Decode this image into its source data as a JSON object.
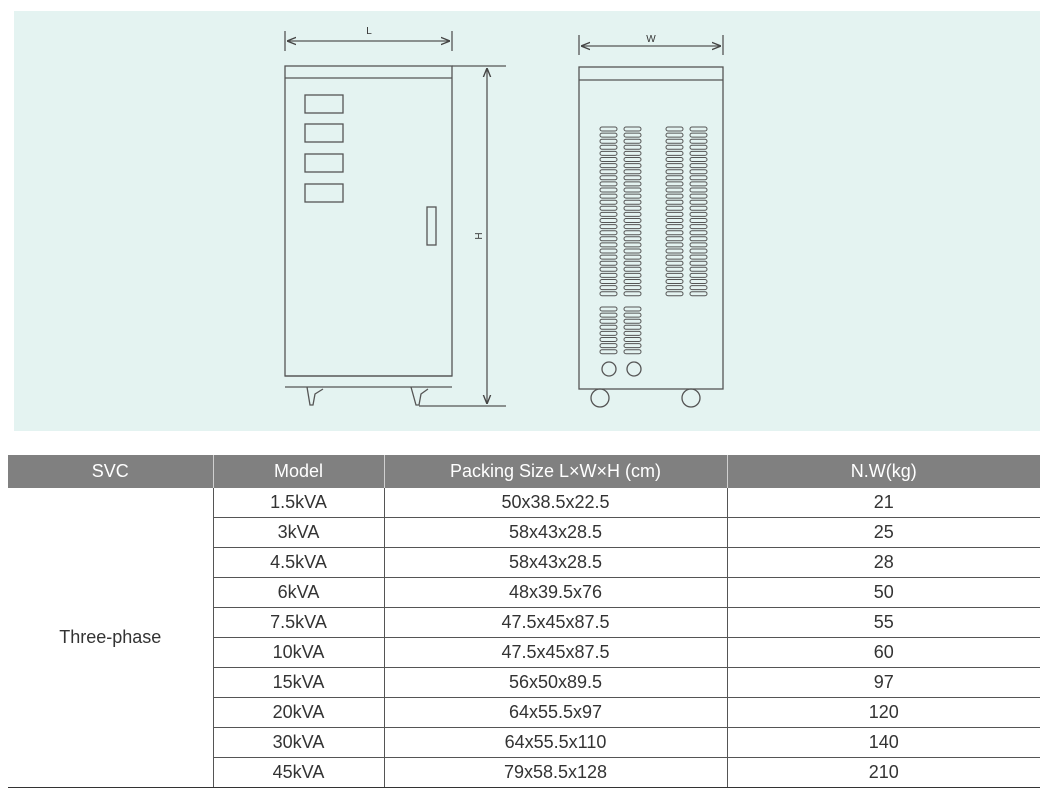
{
  "drawing": {
    "label_length": "L",
    "label_width": "W",
    "label_height": "H"
  },
  "table": {
    "headers": [
      "SVC",
      "Model",
      "Packing Size L×W×H (cm)",
      "N.W(kg)"
    ],
    "group_label": "Three-phase",
    "rows": [
      {
        "model": "1.5kVA",
        "packing": "50x38.5x22.5",
        "weight": "21"
      },
      {
        "model": "3kVA",
        "packing": "58x43x28.5",
        "weight": "25"
      },
      {
        "model": "4.5kVA",
        "packing": "58x43x28.5",
        "weight": "28"
      },
      {
        "model": "6kVA",
        "packing": "48x39.5x76",
        "weight": "50"
      },
      {
        "model": "7.5kVA",
        "packing": "47.5x45x87.5",
        "weight": "55"
      },
      {
        "model": "10kVA",
        "packing": "47.5x45x87.5",
        "weight": "60"
      },
      {
        "model": "15kVA",
        "packing": "56x50x89.5",
        "weight": "97"
      },
      {
        "model": "20kVA",
        "packing": "64x55.5x97",
        "weight": "120"
      },
      {
        "model": "30kVA",
        "packing": "64x55.5x110",
        "weight": "140"
      },
      {
        "model": "45kVA",
        "packing": "79x58.5x128",
        "weight": "210"
      }
    ]
  }
}
